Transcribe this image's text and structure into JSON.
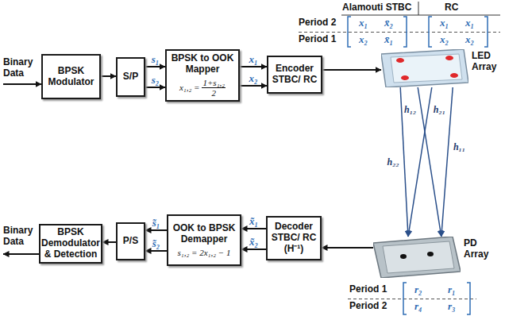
{
  "diagram": {
    "nodes": [
      {
        "text": [
          "BPSK Modulator"
        ]
      },
      {
        "text": [
          "S/P"
        ]
      },
      {
        "text": [
          "BPSK to OOK Mapper",
          "x₁,₂ =",
          "1+s₁,₂",
          "2"
        ]
      },
      {
        "text": [
          "Encoder STBC/ RC"
        ]
      },
      {
        "text": [
          "LED Array"
        ]
      },
      {
        "text": [
          "PD Array"
        ]
      },
      {
        "text": [
          "Decoder STBC/ RC (H⁻¹)"
        ]
      },
      {
        "text": [
          "OOK to BPSK Demapper",
          "s₁,₂ = 2x₁,₂ − 1"
        ]
      },
      {
        "text": [
          "P/S"
        ]
      },
      {
        "text": [
          "BPSK Demodulator & Detection"
        ]
      }
    ],
    "edges": [
      {
        "from": 0,
        "to": 1,
        "arrow": "to"
      },
      {
        "from": 1,
        "to": 2,
        "label": "s₁",
        "arrow": "to"
      },
      {
        "from": 1,
        "to": 2,
        "label": "s₂",
        "arrow": "to"
      },
      {
        "from": 2,
        "to": 3,
        "label": "x₁",
        "arrow": "to"
      },
      {
        "from": 2,
        "to": 3,
        "label": "x₂",
        "arrow": "to"
      },
      {
        "from": 3,
        "to": 4,
        "arrow": "to"
      },
      {
        "from": 4,
        "to": 5,
        "label": "h₂₂",
        "arrow": "to"
      },
      {
        "from": 4,
        "to": 5,
        "label": "h₁₂",
        "arrow": "to"
      },
      {
        "from": 4,
        "to": 5,
        "label": "h₂₁",
        "arrow": "to"
      },
      {
        "from": 4,
        "to": 5,
        "label": "h₁₁",
        "arrow": "to"
      },
      {
        "from": 5,
        "to": 6,
        "arrow": "to"
      },
      {
        "from": 6,
        "to": 7,
        "label": "x̃₁",
        "arrow": "to"
      },
      {
        "from": 6,
        "to": 7,
        "label": "x̃₂",
        "arrow": "to"
      },
      {
        "from": 7,
        "to": 8,
        "label": "s̃₁",
        "arrow": "to"
      },
      {
        "from": 7,
        "to": 8,
        "label": "s̃₂",
        "arrow": "to"
      },
      {
        "from": 8,
        "to": 9,
        "arrow": "to"
      }
    ],
    "labels": [
      "Binary Data",
      "Alamouti STBC",
      "RC",
      "Period 2",
      "Period 1",
      "x₁",
      "x̄₂",
      "x₂",
      "x̄₁",
      "x₁",
      "x₁",
      "x₂",
      "x₂",
      "Period 1",
      "r₂",
      "r₁",
      "Period 2",
      "r₄",
      "r₃",
      "Binary Data"
    ]
  }
}
